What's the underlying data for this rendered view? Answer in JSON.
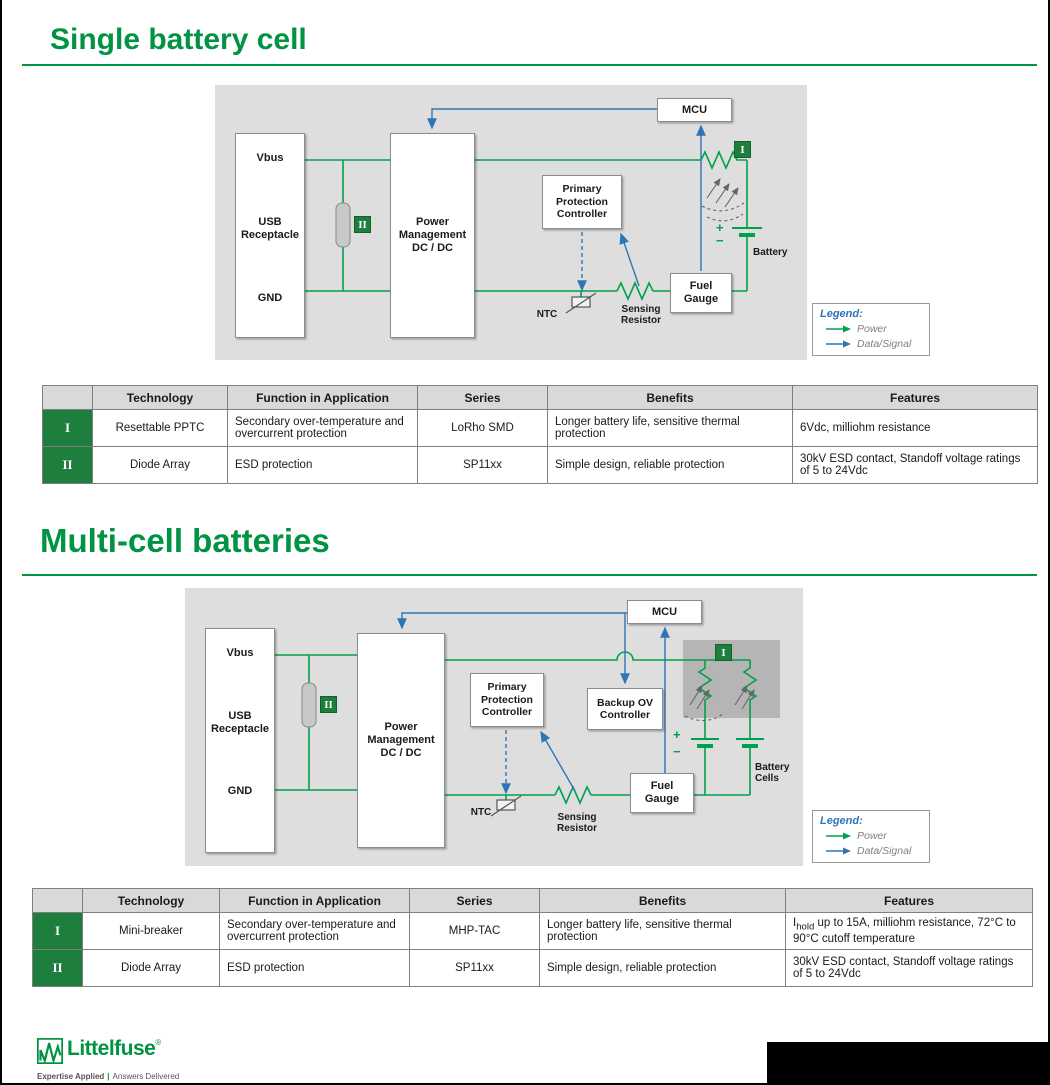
{
  "colors": {
    "brand_green": "#009343",
    "wire_green": "#00a14b",
    "badge_green": "#1e7e3e",
    "wire_blue": "#2e75b6",
    "diagram_bg": "#dedede",
    "table_header_bg": "#d9d9d9"
  },
  "section1": {
    "title": "Single battery cell",
    "diagram": {
      "vbus_label": "Vbus",
      "usb_label": "USB Receptacle",
      "gnd_label": "GND",
      "power_mgmt_label": "Power Management DC / DC",
      "primary_protection_label": "Primary Protection Controller",
      "mcu_label": "MCU",
      "fuel_gauge_label": "Fuel Gauge",
      "ntc_label": "NTC",
      "sensing_resistor_label": "Sensing Resistor",
      "battery_label": "Battery",
      "plus": "+",
      "minus": "−",
      "badge_i": "I",
      "badge_ii": "II",
      "legend": {
        "title": "Legend:",
        "power": "Power",
        "data_signal": "Data/Signal"
      }
    },
    "table": {
      "headers": {
        "badge": "",
        "technology": "Technology",
        "function": "Function in Application",
        "series": "Series",
        "benefits": "Benefits",
        "features": "Features"
      },
      "rows": [
        {
          "badge": "I",
          "technology": "Resettable PPTC",
          "function": "Secondary over-temperature and overcurrent protection",
          "series": "LoRho SMD",
          "benefits": "Longer battery life, sensitive thermal protection",
          "features": "6Vdc, milliohm resistance"
        },
        {
          "badge": "II",
          "technology": "Diode Array",
          "function": "ESD protection",
          "series": "SP11xx",
          "benefits": "Simple design, reliable protection",
          "features": "30kV ESD contact, Standoff voltage ratings of 5 to 24Vdc"
        }
      ]
    }
  },
  "section2": {
    "title": "Multi-cell batteries",
    "diagram": {
      "vbus_label": "Vbus",
      "usb_label": "USB Receptacle",
      "gnd_label": "GND",
      "power_mgmt_label": "Power Management DC / DC",
      "primary_protection_label": "Primary Protection Controller",
      "backup_ov_label": "Backup OV Controller",
      "mcu_label": "MCU",
      "fuel_gauge_label": "Fuel Gauge",
      "ntc_label": "NTC",
      "sensing_resistor_label": "Sensing Resistor",
      "battery_label": "Battery Cells",
      "plus": "+",
      "minus": "−",
      "badge_i": "I",
      "badge_ii": "II",
      "legend": {
        "title": "Legend:",
        "power": "Power",
        "data_signal": "Data/Signal"
      }
    },
    "table": {
      "headers": {
        "badge": "",
        "technology": "Technology",
        "function": "Function in Application",
        "series": "Series",
        "benefits": "Benefits",
        "features": "Features"
      },
      "rows": [
        {
          "badge": "I",
          "technology": "Mini-breaker",
          "function": "Secondary over-temperature and overcurrent protection",
          "series": "MHP-TAC",
          "benefits": "Longer battery life, sensitive thermal protection",
          "features_i": "I",
          "features_sub": "hold",
          "features_rest": " up to 15A, milliohm resistance, 72°C to 90°C cutoff temperature"
        },
        {
          "badge": "II",
          "technology": "Diode Array",
          "function": "ESD protection",
          "series": "SP11xx",
          "benefits": "Simple design, reliable protection",
          "features": "30kV ESD contact, Standoff voltage ratings of 5 to 24Vdc"
        }
      ]
    }
  },
  "footer": {
    "brand": "Littelfuse",
    "registered": "®",
    "tagline_left": "Expertise Applied",
    "tagline_sep": "|",
    "tagline_right": "Answers Delivered"
  }
}
